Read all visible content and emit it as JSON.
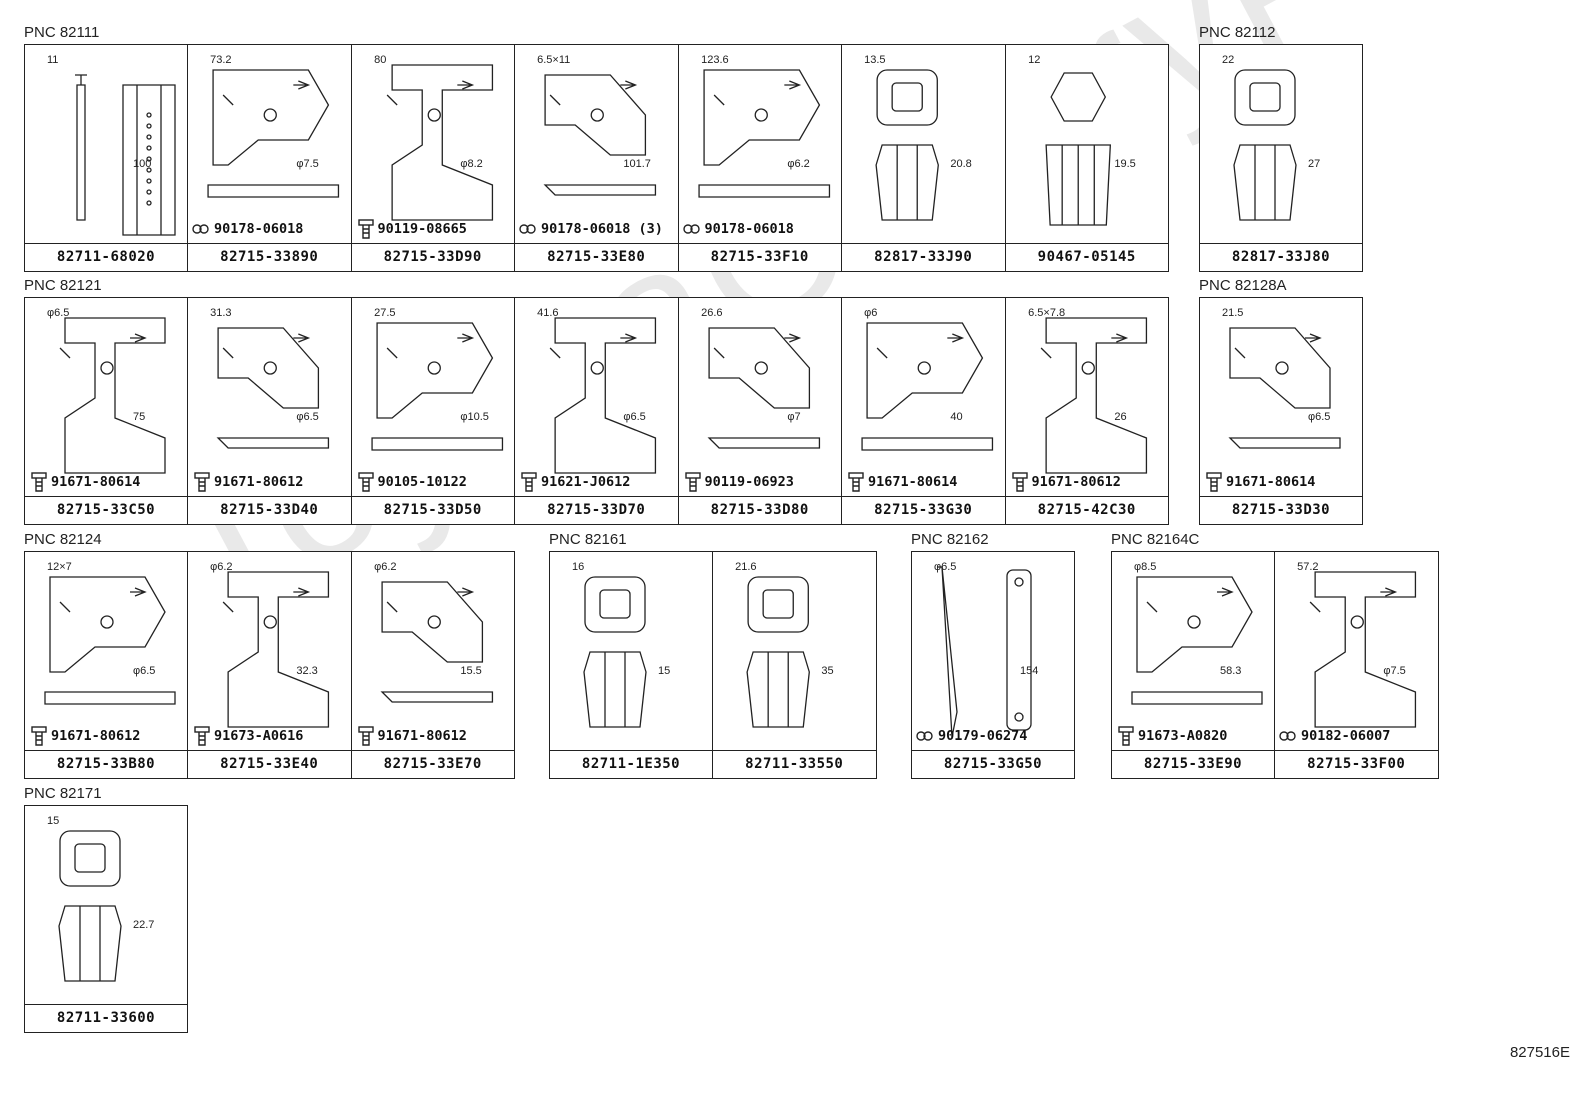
{
  "watermark": "ToyotaCamryParts",
  "diagram_id": "827516E",
  "groups": [
    {
      "pnc": "PNC 82111",
      "cells": [
        {
          "part": "82711-68020",
          "dims": [
            "11",
            "100"
          ],
          "type": "clip"
        },
        {
          "part": "82715-33890",
          "dims": [
            "73.2",
            "φ7.5"
          ],
          "type": "bracket",
          "bolt": "90178-06018",
          "bolt_type": "nut"
        },
        {
          "part": "82715-33D90",
          "dims": [
            "80",
            "φ8.2"
          ],
          "type": "bracket",
          "bolt": "90119-08665",
          "bolt_type": "bolt"
        },
        {
          "part": "82715-33E80",
          "dims": [
            "6.5×11",
            "101.7"
          ],
          "type": "bracket",
          "bolt": "90178-06018 (3)",
          "bolt_type": "nut"
        },
        {
          "part": "82715-33F10",
          "dims": [
            "123.6",
            "φ6.2"
          ],
          "type": "bracket",
          "bolt": "90178-06018",
          "bolt_type": "nut"
        },
        {
          "part": "82817-33J90",
          "dims": [
            "13.5",
            "20.8"
          ],
          "type": "clamp"
        },
        {
          "part": "90467-05145",
          "dims": [
            "12",
            "19.5"
          ],
          "type": "hexclip"
        }
      ]
    },
    {
      "pnc": "PNC 82112",
      "cells": [
        {
          "part": "82817-33J80",
          "dims": [
            "22",
            "27"
          ],
          "type": "clamp"
        }
      ]
    },
    {
      "pnc": "PNC 82121",
      "cells": [
        {
          "part": "82715-33C50",
          "dims": [
            "φ6.5",
            "75"
          ],
          "type": "bracket",
          "bolt": "91671-80614",
          "bolt_type": "bolt"
        },
        {
          "part": "82715-33D40",
          "dims": [
            "31.3",
            "φ6.5"
          ],
          "type": "bracket",
          "bolt": "91671-80612",
          "bolt_type": "bolt"
        },
        {
          "part": "82715-33D50",
          "dims": [
            "27.5",
            "φ10.5"
          ],
          "type": "bracket",
          "bolt": "90105-10122",
          "bolt_type": "bolt"
        },
        {
          "part": "82715-33D70",
          "dims": [
            "41.6",
            "φ6.5"
          ],
          "type": "bracket",
          "bolt": "91621-J0612",
          "bolt_type": "bolt"
        },
        {
          "part": "82715-33D80",
          "dims": [
            "26.6",
            "φ7"
          ],
          "type": "bracket",
          "bolt": "90119-06923",
          "bolt_type": "bolt"
        },
        {
          "part": "82715-33G30",
          "dims": [
            "φ6",
            "40"
          ],
          "type": "bracket",
          "bolt": "91671-80614",
          "bolt_type": "bolt"
        },
        {
          "part": "82715-42C30",
          "dims": [
            "6.5×7.8",
            "26"
          ],
          "type": "bracket",
          "bolt": "91671-80612",
          "bolt_type": "bolt"
        }
      ]
    },
    {
      "pnc": "PNC 82128A",
      "cells": [
        {
          "part": "82715-33D30",
          "dims": [
            "21.5",
            "φ6.5"
          ],
          "type": "bracket",
          "bolt": "91671-80614",
          "bolt_type": "bolt"
        }
      ]
    },
    {
      "pnc": "PNC 82124",
      "cells": [
        {
          "part": "82715-33B80",
          "dims": [
            "12×7",
            "φ6.5"
          ],
          "type": "bracket",
          "bolt": "91671-80612",
          "bolt_type": "bolt"
        },
        {
          "part": "82715-33E40",
          "dims": [
            "φ6.2",
            "32.3"
          ],
          "type": "bracket",
          "bolt": "91673-A0616",
          "bolt_type": "bolt"
        },
        {
          "part": "82715-33E70",
          "dims": [
            "φ6.2",
            "15.5"
          ],
          "type": "bracket",
          "bolt": "91671-80612",
          "bolt_type": "bolt"
        }
      ]
    },
    {
      "pnc": "PNC 82161",
      "cells": [
        {
          "part": "82711-1E350",
          "dims": [
            "16",
            "15"
          ],
          "type": "clamp"
        },
        {
          "part": "82711-33550",
          "dims": [
            "21.6",
            "35"
          ],
          "type": "clamp"
        }
      ]
    },
    {
      "pnc": "PNC 82162",
      "cells": [
        {
          "part": "82715-33G50",
          "dims": [
            "φ6.5",
            "154"
          ],
          "type": "strap",
          "bolt": "90179-06274",
          "bolt_type": "nut"
        }
      ]
    },
    {
      "pnc": "PNC 82164C",
      "cells": [
        {
          "part": "82715-33E90",
          "dims": [
            "φ8.5",
            "58.3"
          ],
          "type": "bracket",
          "bolt": "91673-A0820",
          "bolt_type": "bolt"
        },
        {
          "part": "82715-33F00",
          "dims": [
            "57.2",
            "φ7.5"
          ],
          "type": "bracket",
          "bolt": "90182-06007",
          "bolt_type": "nut"
        }
      ]
    },
    {
      "pnc": "PNC 82171",
      "cells": [
        {
          "part": "82711-33600",
          "dims": [
            "15",
            "22.7"
          ],
          "type": "clamp"
        }
      ]
    }
  ]
}
